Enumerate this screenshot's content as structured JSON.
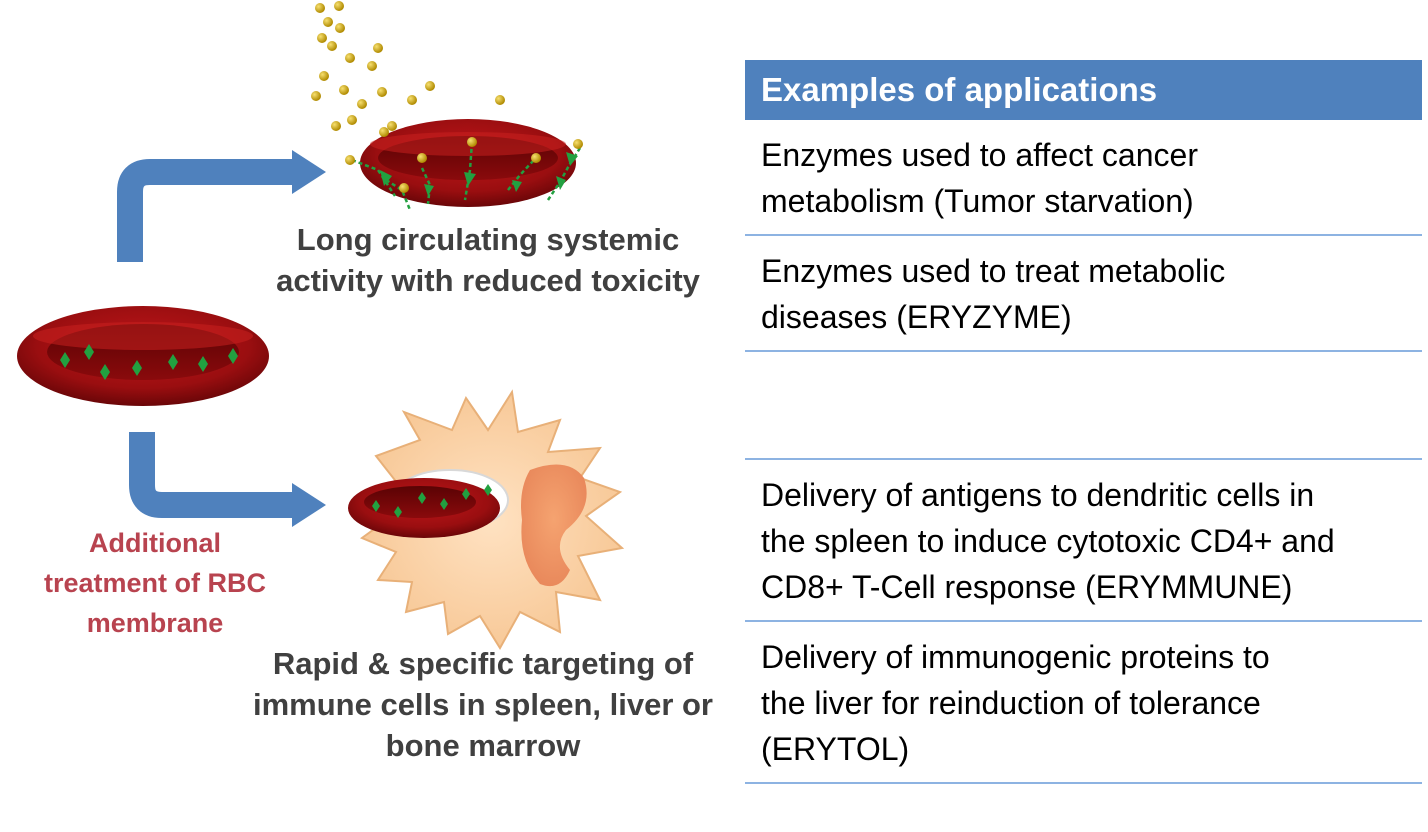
{
  "captions": {
    "top": "Long circulating systemic\nactivity with reduced toxicity",
    "bottom": "Rapid & specific targeting of\nimmune cells in spleen, liver or\nbone marrow",
    "treatment": "Additional\ntreatment of RBC\nmembrane"
  },
  "applications": {
    "header": "Examples of applications",
    "group1": [
      "Enzymes used to affect cancer\nmetabolism (Tumor starvation)",
      "Enzymes used to treat metabolic\ndiseases (ERYZYME)"
    ],
    "group2": [
      "Delivery of antigens to dendritic cells in\nthe spleen to induce cytotoxic CD4+ and\nCD8+ T-Cell response (ERYMMUNE)",
      "Delivery of immunogenic proteins to\nthe liver for reinduction of tolerance\n(ERYTOL)"
    ]
  },
  "colors": {
    "arrow": "#4f81bd",
    "rbc": "#a01010",
    "dendritic_cell": "#fcd3a8",
    "header_bg": "#4f81bd",
    "treatment_text": "#b8434f"
  }
}
